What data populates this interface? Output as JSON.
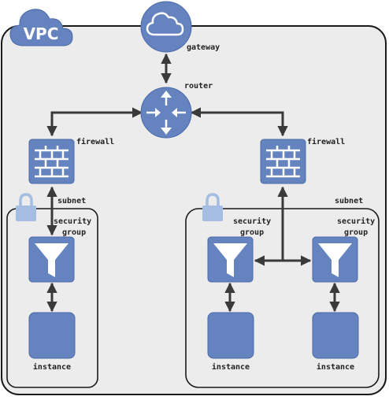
{
  "vpc": {
    "label": "VPC"
  },
  "labels": {
    "gateway": "gateway",
    "router": "router",
    "firewall_left": "firewall",
    "firewall_right": "firewall",
    "subnet_left": "subnet",
    "subnet_right": "subnet",
    "sg_left": [
      "security",
      "group"
    ],
    "sg_mid": [
      "security",
      "group"
    ],
    "sg_right": [
      "security",
      "group"
    ],
    "instance_left": "instance",
    "instance_mid": "instance",
    "instance_right": "instance"
  },
  "colors": {
    "node_fill": "#6583bf",
    "node_stroke": "#4a6aa8",
    "vpc_background": "#ececec",
    "outline": "#1a1a1a",
    "connector": "#3a3a3a",
    "lock": "#a4bde0"
  },
  "icons": {
    "gateway": "cloud-icon",
    "router": "router-arrows-icon",
    "firewall": "brick-wall-icon",
    "security_group": "funnel-icon",
    "instance": "square-icon",
    "subnet": "lock-icon"
  }
}
